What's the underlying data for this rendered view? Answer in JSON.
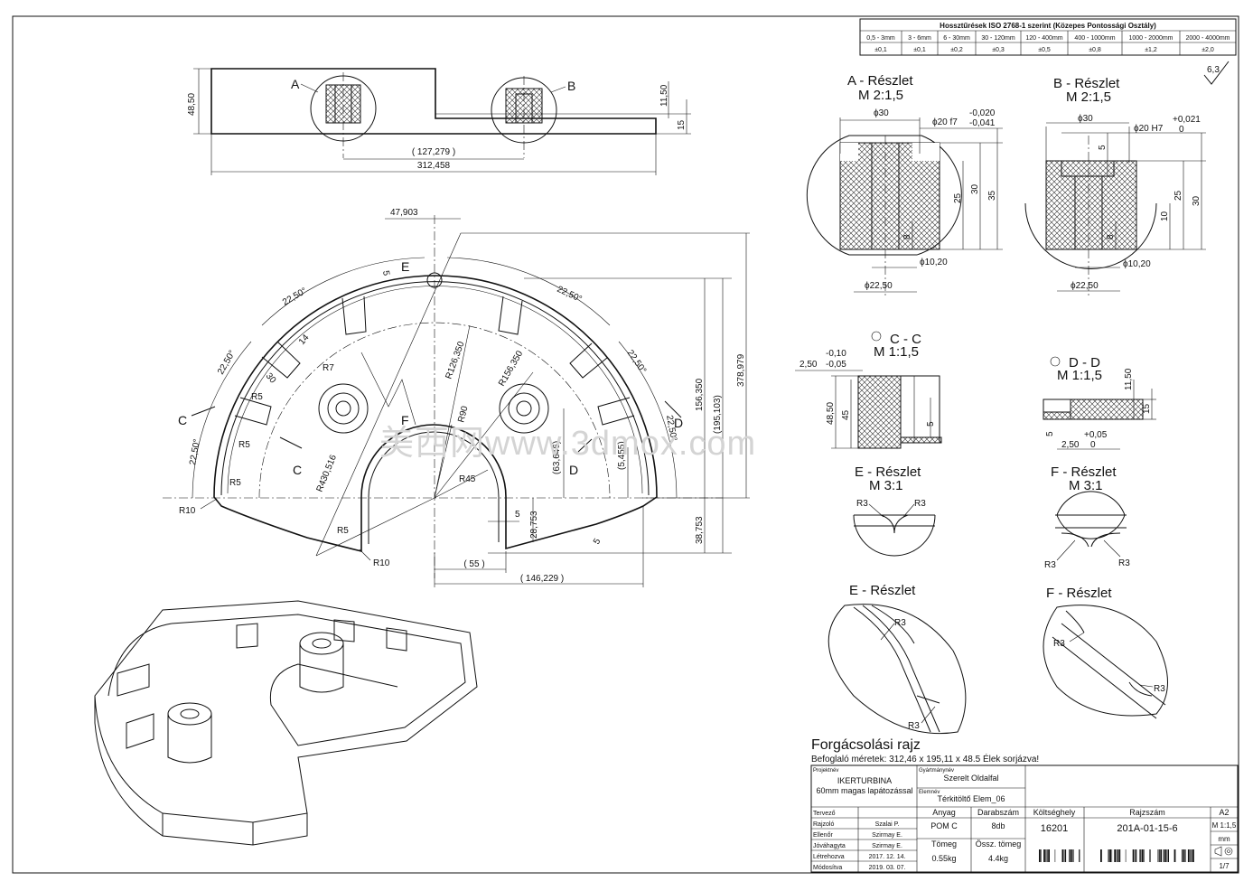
{
  "tolerance_table": {
    "title": "Hossztűrések ISO 2768-1 szerint (Közepes Pontossági Osztály)",
    "ranges": [
      "0,5 - 3mm",
      "3 - 6mm",
      "6 - 30mm",
      "30 - 120mm",
      "120 - 400mm",
      "400 - 1000mm",
      "1000 - 2000mm",
      "2000 - 4000mm"
    ],
    "values": [
      "±0,1",
      "±0,1",
      "±0,2",
      "±0,3",
      "±0,5",
      "±0,8",
      "±1,2",
      "±2,0"
    ]
  },
  "surface_finish": "6,3",
  "side_view": {
    "label_a": "A",
    "label_b": "B",
    "dim_height": "48,50",
    "dim_11": "11,50",
    "dim_15": "15",
    "dim_127": "( 127,279 )",
    "dim_312": "312,458"
  },
  "plan_view": {
    "labels": {
      "e": "E",
      "f": "F",
      "c1": "C",
      "c2": "C",
      "d1": "D",
      "d2": "D"
    },
    "dims": {
      "d47": "47,903",
      "d5a": "5",
      "a1": "22,50°",
      "a2": "22,50°",
      "a3": "22,50°",
      "a4": "22,50°",
      "a5": "22,50°",
      "a6": "22,50°",
      "d14": "14",
      "d30": "30",
      "r7": "R7",
      "r5a": "R5",
      "r5b": "R5",
      "r5c": "R5",
      "r5d": "R5",
      "r126": "R126,350",
      "r156": "R156,350",
      "r90": "R90",
      "r430": "R430,516",
      "r45": "R45",
      "r10a": "R10",
      "r10b": "R10",
      "d63": "(63,646)",
      "d55b": "(5,455)",
      "d156": "156,350",
      "d195": "(195,103)",
      "d378": "378,979",
      "d38": "38,753",
      "d28": "28,753",
      "d5b": "5",
      "d5c": "5",
      "d55": "( 55 )",
      "d146": "( 146,229 )"
    }
  },
  "detail_a": {
    "title": "A - Részlet",
    "scale": "M 2:1,5",
    "d30": "ϕ30",
    "d20": "ϕ20 f7",
    "tol_top": "-0,020",
    "tol_bot": "-0,041",
    "h25": "25",
    "h30": "30",
    "h35": "35",
    "h8": "8",
    "d10": "ϕ10,20",
    "d22": "ϕ22,50"
  },
  "detail_b": {
    "title": "B - Részlet",
    "scale": "M 2:1,5",
    "d30": "ϕ30",
    "d20": "ϕ20 H7",
    "tol_top": "+0,021",
    "tol_bot": "0",
    "h5": "5",
    "h25": "25",
    "h30": "30",
    "h10": "10",
    "h8": "8",
    "d10": "ϕ10,20",
    "d22": "ϕ22,50"
  },
  "section_c": {
    "title": "C - C",
    "scale": "M 1:1,5",
    "tol_top": "-0,10",
    "dim": "2,50",
    "tol_bot": "-0,05",
    "h48": "48,50",
    "h45": "45",
    "h5": "5"
  },
  "section_d": {
    "title": "D - D",
    "scale": "M 1:1,5",
    "h11": "11,50",
    "h15": "15",
    "h5": "5",
    "tol_top": "+0,05",
    "dim": "2,50",
    "tol_bot": "0"
  },
  "detail_e1": {
    "title": "E - Részlet",
    "scale": "M 3:1",
    "r1": "R3",
    "r2": "R3"
  },
  "detail_f1": {
    "title": "F - Részlet",
    "scale": "M 3:1",
    "r1": "R3",
    "r2": "R3"
  },
  "detail_e2": {
    "title": "E - Részlet",
    "r1": "R3",
    "r2": "R3"
  },
  "detail_f2": {
    "title": "F - Részlet",
    "r1": "R3",
    "r2": "R3"
  },
  "watermark": "美西网www.3dmox.com",
  "title_block": {
    "heading": "Forgácsolási rajz",
    "envelope": "Befoglaló méretek: 312,46 x 195,11 x 48.5    Élek sorjázva!",
    "project_lbl": "Projektnév",
    "project": "IKERTURBINA",
    "project_sub": "60mm magas lapátozással",
    "assembly_lbl": "Gyártmánynév",
    "assembly": "Szerelt Oldalfal",
    "element_lbl": "Elemnév",
    "element": "Térkitöltő Elem_06",
    "rows": [
      {
        "k": "Tervező",
        "v": ""
      },
      {
        "k": "Rajzoló",
        "v": "Szalai P."
      },
      {
        "k": "Ellenőr",
        "v": "Szirmay E."
      },
      {
        "k": "Jóváhagyta",
        "v": "Szirmay E."
      },
      {
        "k": "Létrehozva",
        "v": "2017. 12. 14."
      },
      {
        "k": "Módosítva",
        "v": "2019. 03. 07."
      }
    ],
    "material_lbl": "Anyag",
    "material": "POM C",
    "count_lbl": "Darabszám",
    "count": "8db",
    "cost_lbl": "Költséghely",
    "cost": "16201",
    "drawing_lbl": "Rajzszám",
    "drawing": "201A-01-15-6",
    "mass_lbl": "Tömeg",
    "mass": "0.55kg",
    "total_lbl": "Össz. tömeg",
    "total": "4.4kg",
    "format": "A2",
    "scale": "M 1:1,5",
    "unit": "mm",
    "sheet": "1/7"
  }
}
